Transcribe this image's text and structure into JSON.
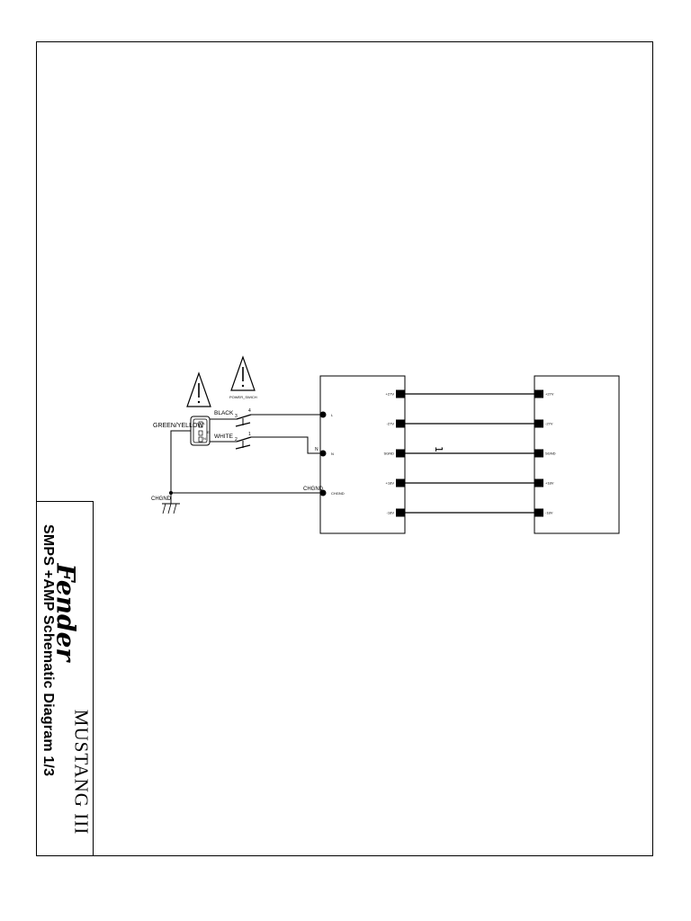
{
  "page_number": "1",
  "title_block": {
    "brand": "Fender",
    "model": "MUSTANG III",
    "subtitle": "SMPS +AMP Schematic Diagram 1/3"
  },
  "connector": {
    "ground_label": "GREEN/YELLOW",
    "pins": [
      "L",
      "E",
      "N"
    ]
  },
  "power_switch": {
    "label": "POWER_SWICH",
    "wires": [
      {
        "color": "BLACK",
        "in_pin": "3",
        "out_pin": "4"
      },
      {
        "color": "WHITE",
        "in_pin": "2",
        "out_pin": "1"
      }
    ]
  },
  "chassis_ground": {
    "label_left": "CHGND",
    "label_right": "CHGND"
  },
  "smps_block": {
    "inputs": [
      "L",
      "N",
      "CHGND"
    ],
    "input_net_labels": [
      "N",
      "CHGND"
    ]
  },
  "rails": [
    "+27V",
    "-27V",
    "SGND",
    "+18V",
    "-18V"
  ]
}
